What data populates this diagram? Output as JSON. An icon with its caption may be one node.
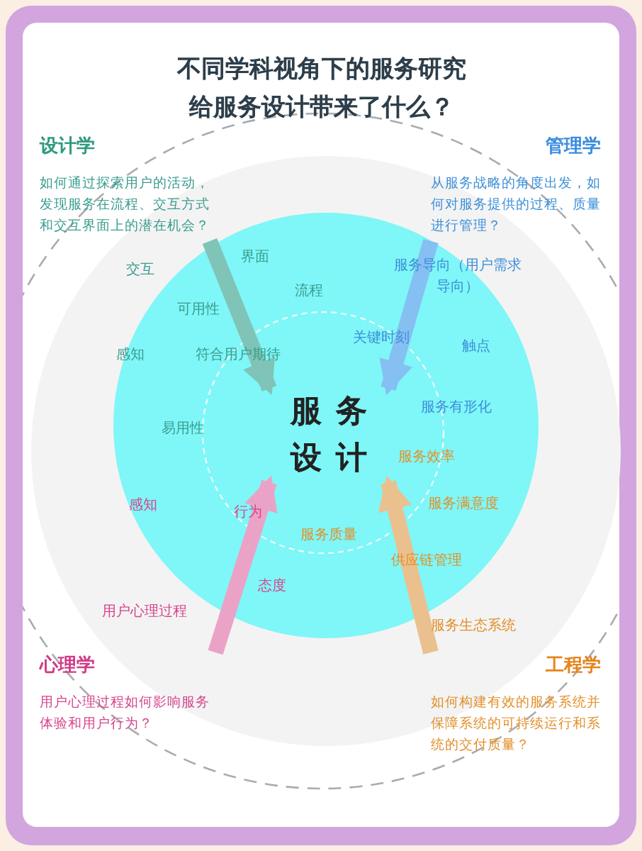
{
  "diagram": {
    "title": "不同学科视角下的服务研究给服务设计带来了什么？",
    "nodes": [
      {
        "text": [
          "服务设计"
        ]
      },
      {
        "text": [
          "设计学",
          "如何通过探索用户的活动，发现服务在流程、交互方式和交互界面上的潜在机会？"
        ]
      },
      {
        "text": [
          "管理学",
          "从服务战略的角度出发，如何对服务提供的过程、质量进行管理？"
        ]
      },
      {
        "text": [
          "心理学",
          "用户心理过程如何影响服务体验和用户行为？"
        ]
      },
      {
        "text": [
          "工程学",
          "如何构建有效的服务系统并保障系统的可持续运行和系统的交付质量？"
        ]
      }
    ],
    "edges": [
      {
        "from": 1,
        "to": 0,
        "arrow": "to",
        "color": "#7fc4b6"
      },
      {
        "from": 2,
        "to": 0,
        "arrow": "to",
        "color": "#86bff2"
      },
      {
        "from": 3,
        "to": 0,
        "arrow": "to",
        "color": "#eaa3c6"
      },
      {
        "from": 4,
        "to": 0,
        "arrow": "to",
        "color": "#ebc08f"
      }
    ],
    "labels": [
      "界面",
      "交互",
      "流程",
      "服务导向（用户需求导向）",
      "可用性",
      "关键时刻",
      "感知",
      "符合用户期待",
      "触点",
      "易用性",
      "服务有形化",
      "服务效率",
      "感知",
      "行为",
      "服务满意度",
      "服务质量",
      "供应链管理",
      "态度",
      "用户心理过程",
      "服务生态系统"
    ]
  }
}
